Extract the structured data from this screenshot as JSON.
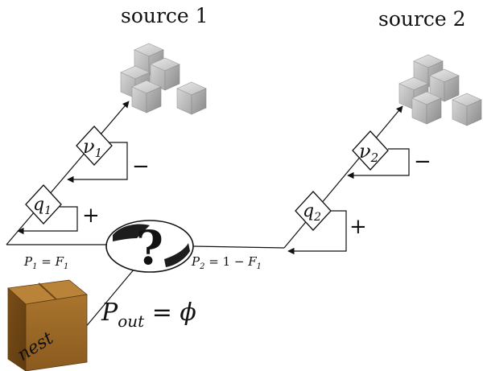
{
  "sources": {
    "left_label": "source 1",
    "right_label": "source 2"
  },
  "nodes": {
    "nu1": {
      "sym": "ν",
      "sub": "1"
    },
    "nu2": {
      "sym": "ν",
      "sub": "2"
    },
    "q1": {
      "sym": "q",
      "sub": "1"
    },
    "q2": {
      "sym": "q",
      "sub": "2"
    }
  },
  "feedback": {
    "minus": "−",
    "plus": "+"
  },
  "decision": {
    "symbol": "?"
  },
  "paths": {
    "p1": {
      "lhs": "P",
      "lhs_sub": "1",
      "eq": " = ",
      "rhs": "F",
      "rhs_sub": "1"
    },
    "p2": {
      "lhs": "P",
      "lhs_sub": "2",
      "eq": " = 1 − ",
      "rhs": "F",
      "rhs_sub": "1"
    },
    "pout": {
      "lhs": "P",
      "lhs_sub": "out",
      "eq": " = ",
      "rhs": "ϕ"
    }
  },
  "nest": {
    "label": "nest"
  }
}
